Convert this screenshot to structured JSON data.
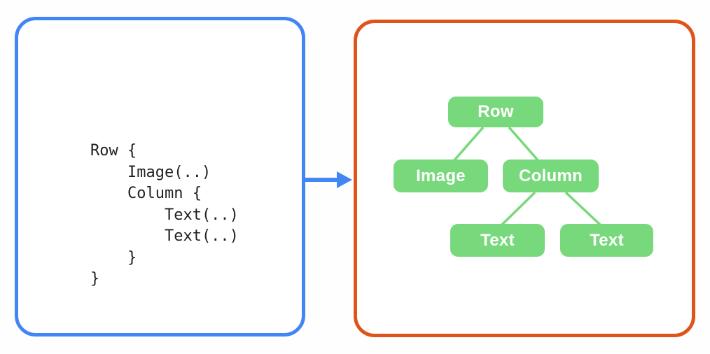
{
  "colors": {
    "code_panel_border": "#4285F4",
    "tree_panel_border": "#DE5419",
    "node_fill": "#77D97B",
    "node_text": "#FFFFFF",
    "arrow": "#4285F4",
    "code_text": "#1F2023"
  },
  "code_panel": {
    "lines": [
      "Row {",
      "    Image(..)",
      "    Column {",
      "        Text(..)",
      "        Text(..)",
      "    }",
      "}"
    ]
  },
  "tree_panel": {
    "nodes": [
      {
        "id": "row",
        "label": "Row"
      },
      {
        "id": "image",
        "label": "Image"
      },
      {
        "id": "column",
        "label": "Column"
      },
      {
        "id": "text-left",
        "label": "Text"
      },
      {
        "id": "text-right",
        "label": "Text"
      }
    ],
    "edges": [
      [
        "row",
        "image"
      ],
      [
        "row",
        "column"
      ],
      [
        "column",
        "text-left"
      ],
      [
        "column",
        "text-right"
      ]
    ]
  }
}
